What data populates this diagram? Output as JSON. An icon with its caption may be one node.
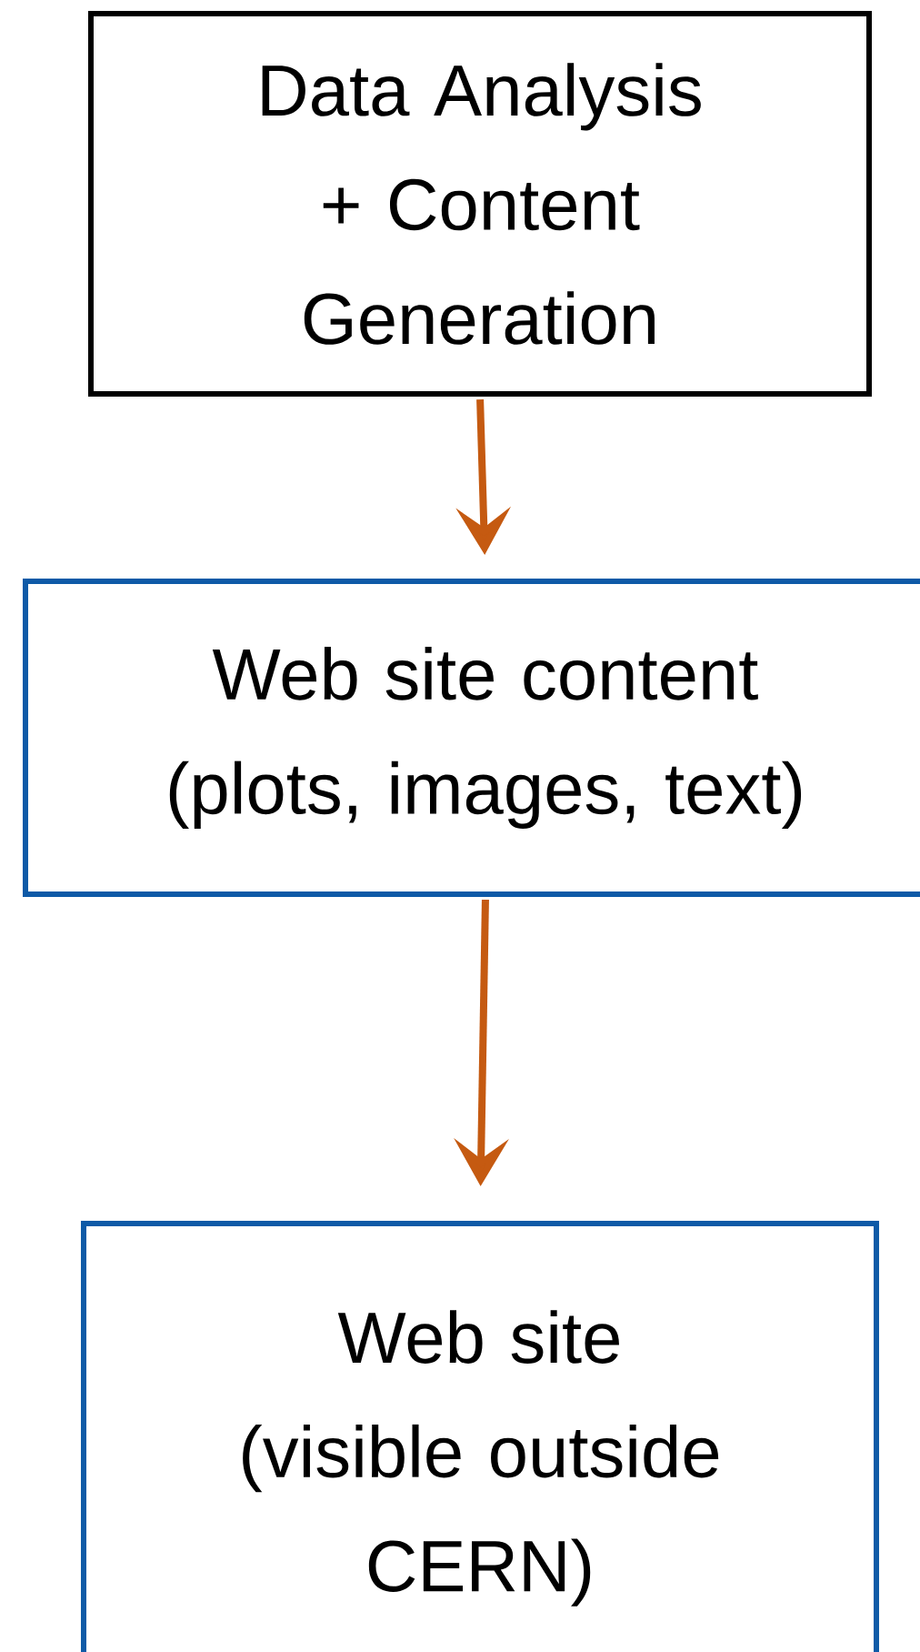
{
  "diagram": {
    "nodes": [
      {
        "text": [
          "Data Analysis + Content Generation"
        ]
      },
      {
        "text": [
          "Web site content (plots, images, text)"
        ]
      },
      {
        "text": [
          "Web site (visible outside CERN)"
        ]
      }
    ],
    "edges": [
      {
        "from": 0,
        "to": 1,
        "arrow": "to"
      },
      {
        "from": 1,
        "to": 2,
        "arrow": "to"
      }
    ]
  }
}
